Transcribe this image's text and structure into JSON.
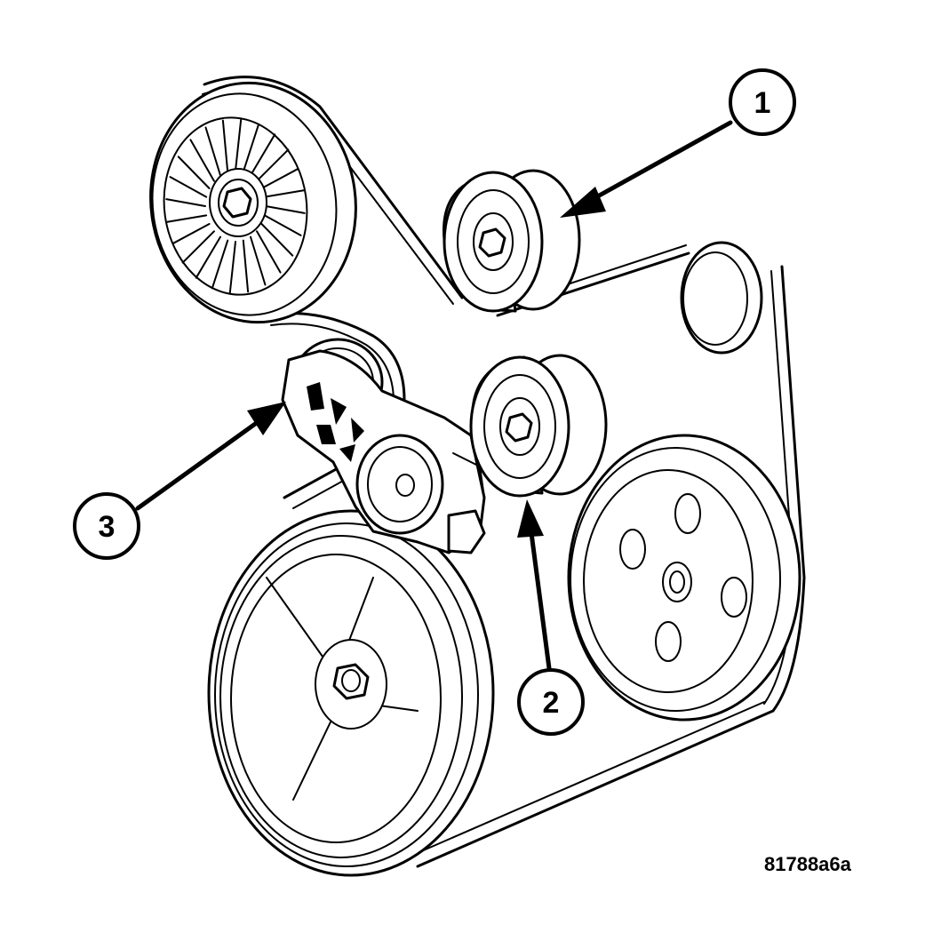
{
  "figure_id": "81788a6a",
  "callouts": [
    {
      "label": "1",
      "part": "idler-pulley-upper"
    },
    {
      "label": "2",
      "part": "idler-pulley-lower"
    },
    {
      "label": "3",
      "part": "belt-tensioner"
    }
  ],
  "colors": {
    "line": "#000000",
    "background": "#ffffff"
  }
}
